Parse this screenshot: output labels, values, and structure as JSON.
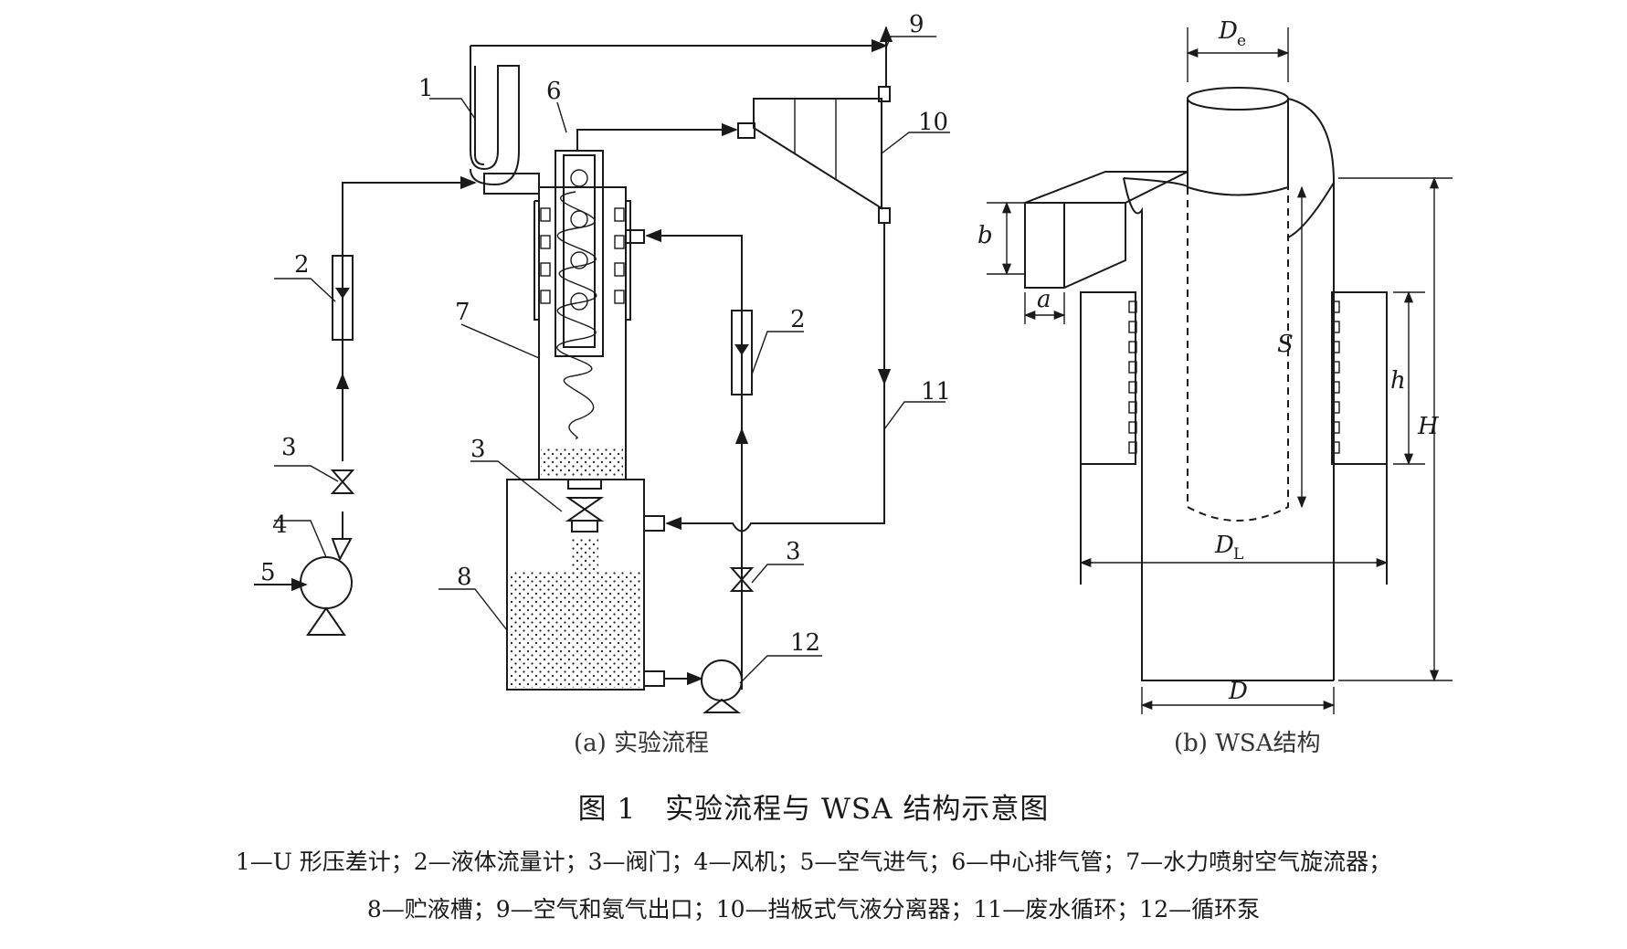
{
  "labels": {
    "n1": "1",
    "n2a": "2",
    "n2b": "2",
    "n3a": "3",
    "n3b": "3",
    "n3c": "3",
    "n4": "4",
    "n5": "5",
    "n6": "6",
    "n7": "7",
    "n8": "8",
    "n9": "9",
    "n10": "10",
    "n11": "11",
    "n12": "12"
  },
  "dimensions": {
    "De": "D",
    "De_sub": "e",
    "b": "b",
    "a": "a",
    "S": "S",
    "h": "h",
    "H": "H",
    "DL": "D",
    "DL_sub": "L",
    "D": "D"
  },
  "subcaptions": {
    "a": "(a) 实验流程",
    "b": "(b) WSA结构"
  },
  "caption": {
    "title": "图 1　实验流程与 WSA 结构示意图",
    "legend_line1": "1—U 形压差计；2—液体流量计；3—阀门；4—风机；5—空气进气；6—中心排气管；7—水力喷射空气旋流器；",
    "legend_line2": "8—贮液槽；9—空气和氨气出口；10—挡板式气液分离器；11—废水循环；12—循环泵"
  }
}
